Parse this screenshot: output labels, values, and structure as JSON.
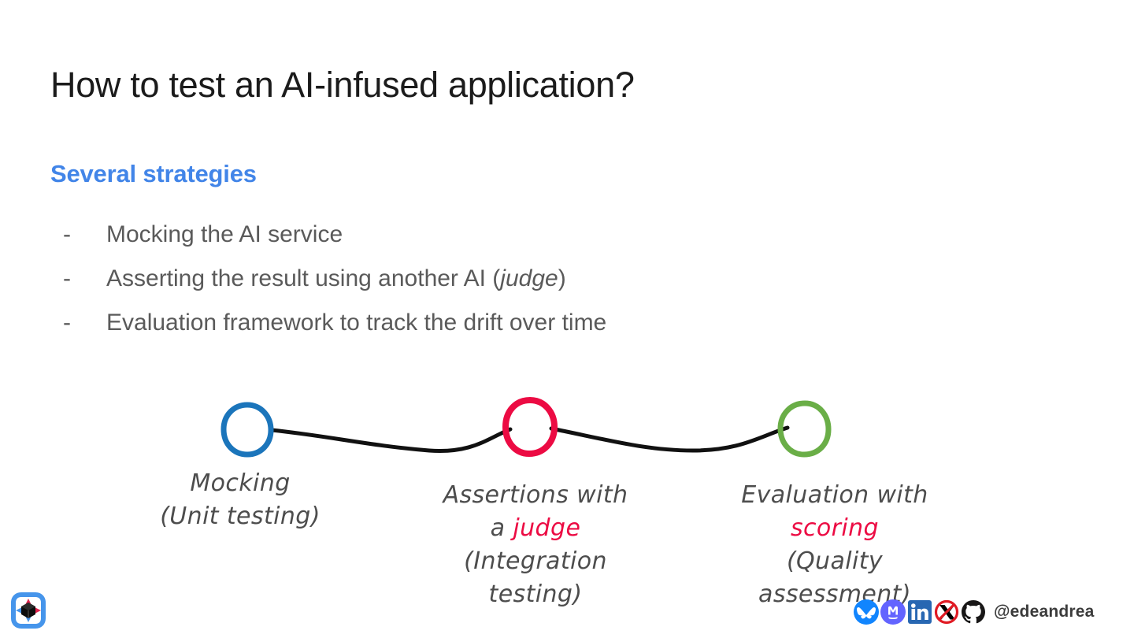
{
  "slide": {
    "title": "How to test an AI-infused application?",
    "subtitle": "Several strategies",
    "subtitle_color": "#4285e8",
    "bullets": [
      {
        "marker": "-",
        "text": "Mocking the AI service"
      },
      {
        "marker": "-",
        "text_before": "Asserting the result using another AI (",
        "text_italic": "judge",
        "text_after": ")"
      },
      {
        "marker": "-",
        "text": "Evaluation framework to track the drift over time"
      }
    ]
  },
  "diagram": {
    "type": "timeline",
    "connector_color": "#111111",
    "nodes": [
      {
        "id": "mocking",
        "color": "#1b75bb",
        "label_lines": [
          "Mocking",
          "(Unit testing)"
        ],
        "highlight": ""
      },
      {
        "id": "assertions",
        "color": "#ec0b43",
        "label_lines": [
          "Assertions with",
          "a ",
          "(Integration",
          "testing)"
        ],
        "highlight": "judge",
        "highlight_color": "#ec0b43"
      },
      {
        "id": "evaluation",
        "color": "#6aae47",
        "label_lines": [
          "Evaluation with",
          "",
          "(Quality",
          "assessment)"
        ],
        "highlight": "scoring",
        "highlight_color": "#ec0b43"
      }
    ],
    "labels": {
      "mocking_line1": "Mocking",
      "mocking_line2": "(Unit testing)",
      "assertions_line1": "Assertions with",
      "assertions_line2_prefix": "a ",
      "assertions_line2_highlight": "judge",
      "assertions_line3": "(Integration",
      "assertions_line4": "testing)",
      "evaluation_line1": "Evaluation with",
      "evaluation_line2_highlight": "scoring",
      "evaluation_line3": "(Quality",
      "evaluation_line4": "assessment)"
    }
  },
  "footer": {
    "logo": "quarkus-logo",
    "social": [
      {
        "name": "bluesky-icon",
        "color": "#1185fe"
      },
      {
        "name": "mastodon-icon",
        "color": "#6364ff"
      },
      {
        "name": "linkedin-icon",
        "color": "#2867b2"
      },
      {
        "name": "x-disabled-icon",
        "color": "#000000",
        "strike_color": "#e01b24"
      },
      {
        "name": "github-icon",
        "color": "#181717"
      }
    ],
    "handle": "@edeandrea"
  }
}
